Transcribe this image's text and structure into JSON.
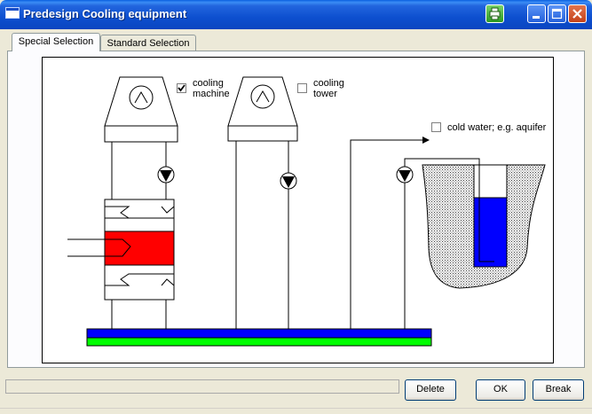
{
  "window": {
    "title": "Predesign Cooling equipment"
  },
  "tabs": [
    {
      "label": "Special Selection",
      "active": true
    },
    {
      "label": "Standard Selection",
      "active": false
    }
  ],
  "diagram": {
    "cooling_machine": {
      "label_line1": "cooling",
      "label_line2": "machine",
      "checked": true
    },
    "cooling_tower": {
      "label_line1": "cooling",
      "label_line2": "tower",
      "checked": false
    },
    "cold_water": {
      "label": "cold water; e.g. aquifer",
      "checked": false
    },
    "colors": {
      "heat_exchanger": "#FF0000",
      "pipe_upper": "#0000FF",
      "pipe_lower": "#00FF00",
      "water": "#0000FF",
      "ground": "#808080"
    }
  },
  "buttons": {
    "delete": "Delete",
    "ok": "OK",
    "break": "Break"
  }
}
